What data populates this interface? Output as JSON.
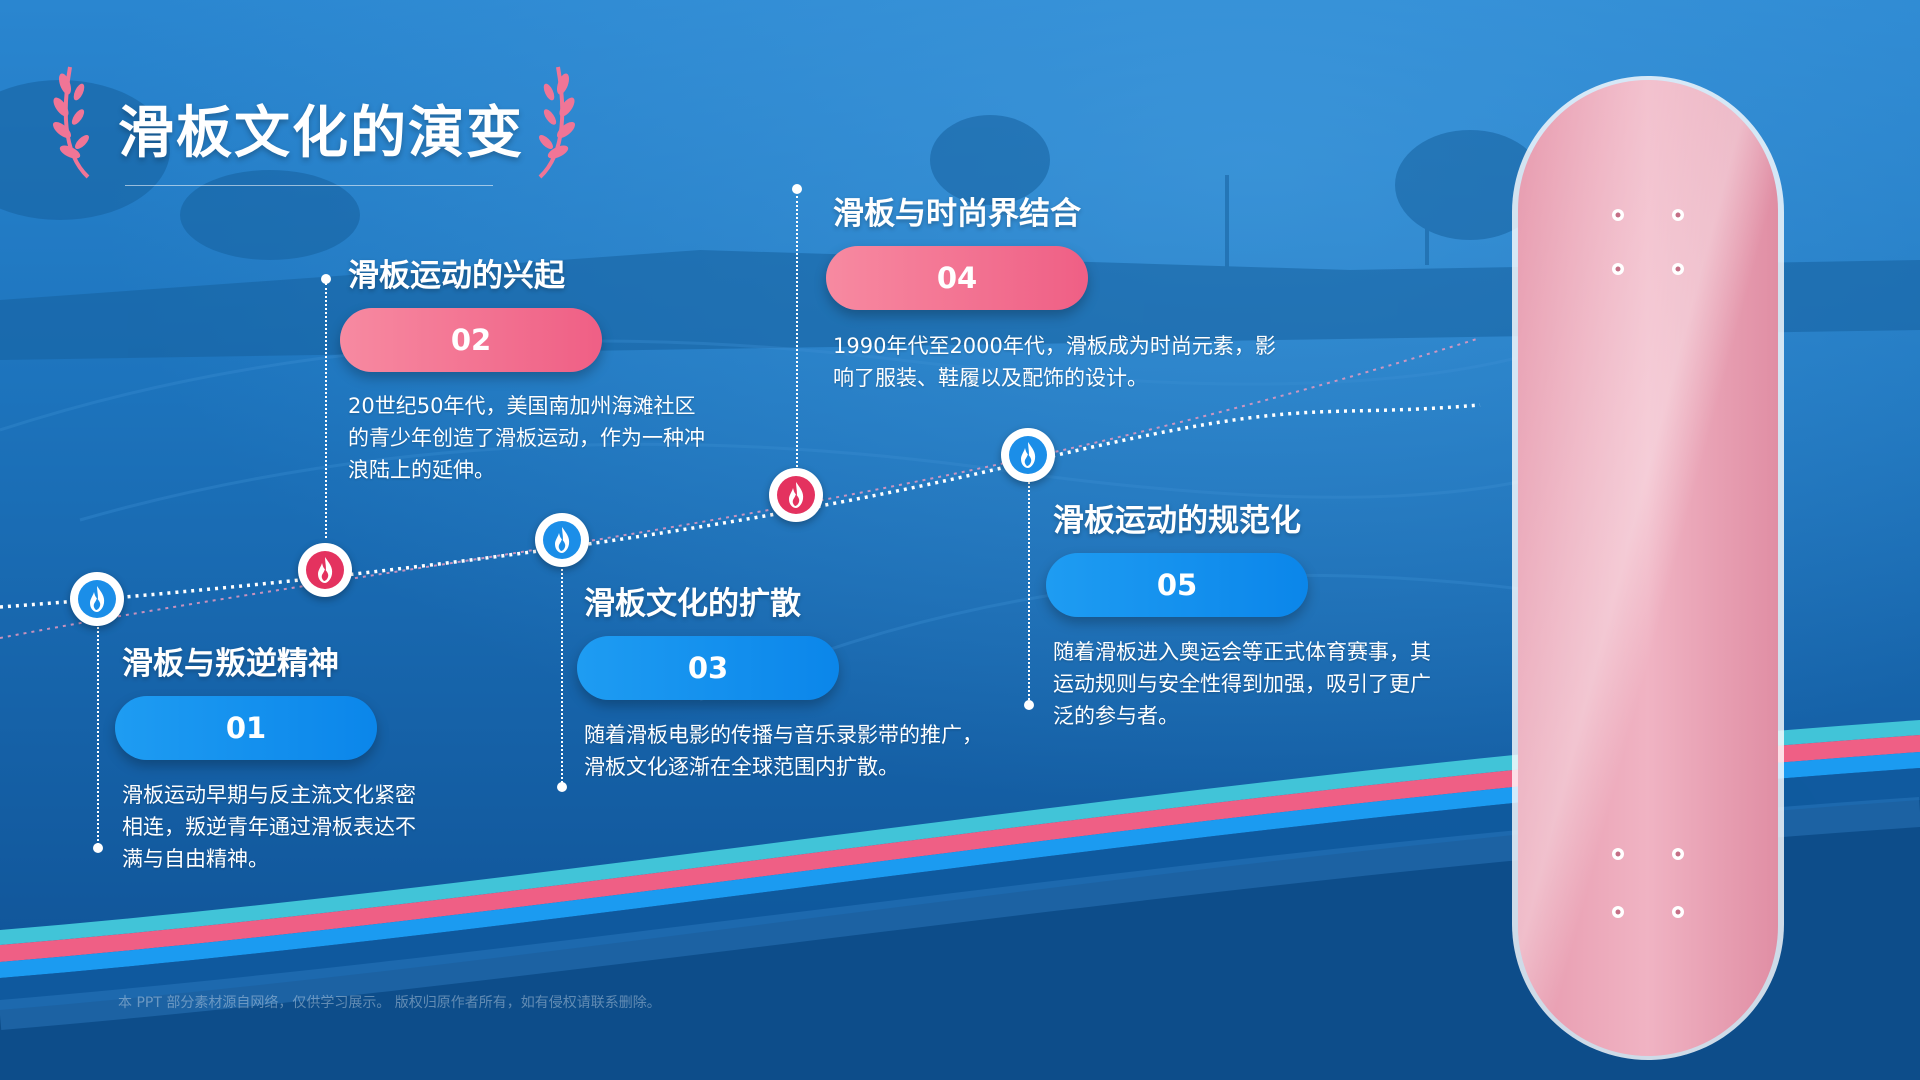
{
  "title": "滑板文化的演变",
  "footer": "本 PPT 部分素材源自网络，仅供学习展示。 版权归原作者所有，如有侵权请联系删除。",
  "colors": {
    "blue": "#0b86ea",
    "pink": "#ef5f85",
    "background": "#1a6cb3"
  },
  "milestones": [
    {
      "number": "01",
      "heading": "滑板与叛逆精神",
      "text": [
        "滑板运动早期与反主流文化紧密",
        "相连，叛逆青年通过滑板表达不",
        "满与自由精神。"
      ],
      "icon": "flame-icon",
      "color": "blue"
    },
    {
      "number": "02",
      "heading": "滑板运动的兴起",
      "text": [
        "20世纪50年代，美国南加州海滩社区",
        "的青少年创造了滑板运动，作为一种冲",
        "浪陆上的延伸。"
      ],
      "icon": "flame-icon",
      "color": "pink"
    },
    {
      "number": "03",
      "heading": "滑板文化的扩散",
      "text": [
        "随着滑板电影的传播与音乐录影带的推广，",
        "滑板文化逐渐在全球范围内扩散。"
      ],
      "icon": "flame-icon",
      "color": "blue"
    },
    {
      "number": "04",
      "heading": "滑板与时尚界结合",
      "text": [
        "1990年代至2000年代，滑板成为时尚元素，影",
        "响了服装、鞋履以及配饰的设计。"
      ],
      "icon": "flame-icon",
      "color": "pink"
    },
    {
      "number": "05",
      "heading": "滑板运动的规范化",
      "text": [
        "随着滑板进入奥运会等正式体育赛事，其",
        "运动规则与安全性得到加强，吸引了更广",
        "泛的参与者。"
      ],
      "icon": "flame-icon",
      "color": "blue"
    }
  ]
}
